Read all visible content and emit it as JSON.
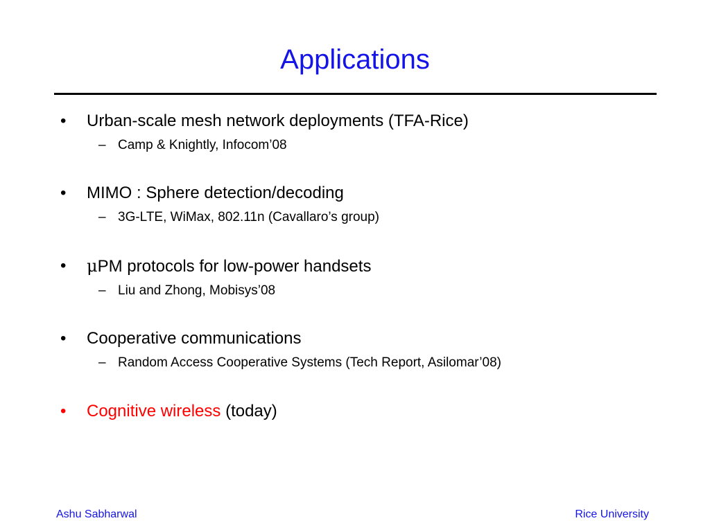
{
  "slide": {
    "title": "Applications",
    "bullets": [
      {
        "bullet": "•",
        "text": "Urban-scale mesh network deployments (TFA-Rice)",
        "sub": {
          "dash": "–",
          "text": "Camp & Knightly, Infocom’08"
        }
      },
      {
        "bullet": "•",
        "text": "MIMO : Sphere detection/decoding",
        "sub": {
          "dash": "–",
          "text": "3G-LTE, WiMax, 802.11n (Cavallaro’s group)"
        }
      },
      {
        "bullet": "•",
        "mu": "μ",
        "text": "PM protocols for low-power handsets",
        "sub": {
          "dash": "–",
          "text": "Liu and Zhong, Mobisys’08"
        }
      },
      {
        "bullet": "•",
        "text": "Cooperative communications",
        "sub": {
          "dash": "–",
          "text": "Random Access Cooperative Systems (Tech Report, Asilomar’08)"
        }
      },
      {
        "bullet": "•",
        "highlight": "Cognitive wireless",
        "rest": " (today)"
      }
    ],
    "colors": {
      "title": "#1414e6",
      "highlight": "#ff0000",
      "footer": "#1414e6"
    }
  },
  "footer": {
    "left": "Ashu Sabharwal",
    "right": "Rice University"
  }
}
